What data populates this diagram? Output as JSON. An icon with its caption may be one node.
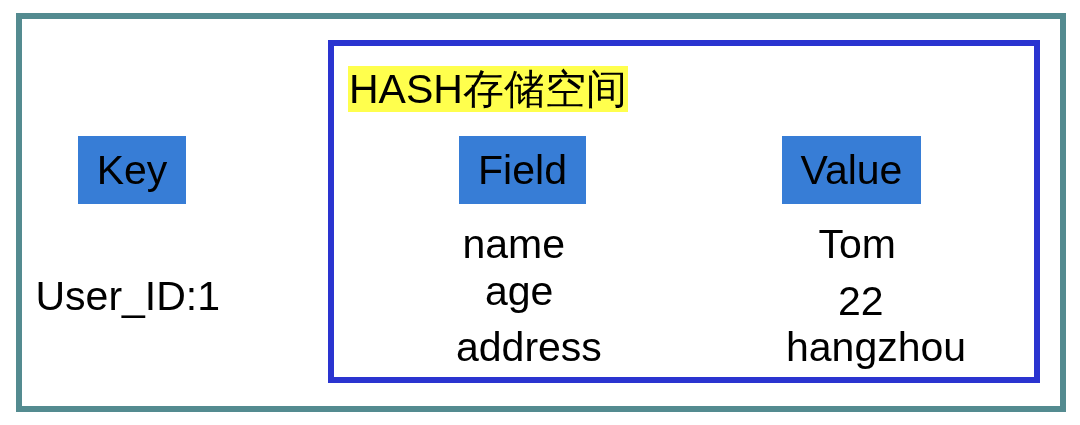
{
  "diagram": {
    "nodes": [
      {
        "text": [],
        "shape": "box"
      },
      {
        "text": [
          "Key"
        ],
        "in": 0
      },
      {
        "text": [
          "HASH存储空间"
        ],
        "in": 0
      },
      {
        "text": [
          "Field"
        ],
        "in": 2
      },
      {
        "text": [
          "Value"
        ],
        "in": 2
      }
    ],
    "labels": [
      "User_ID:1",
      "name",
      "Tom",
      "age",
      "22",
      "address",
      "hangzhou"
    ]
  }
}
